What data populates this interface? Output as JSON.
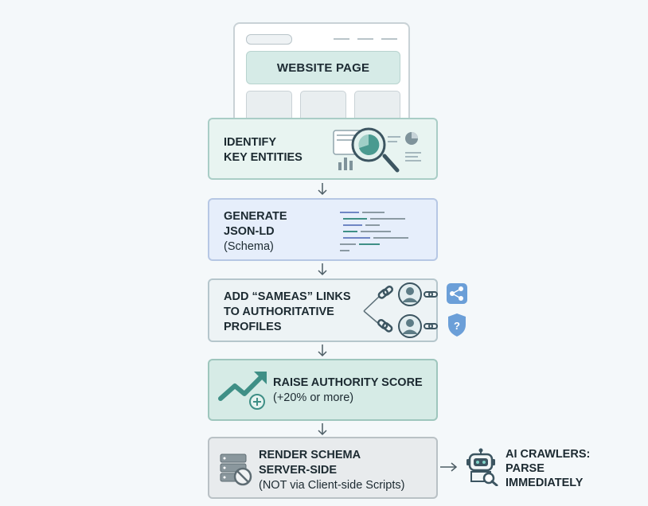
{
  "website": {
    "label": "WEBSITE PAGE"
  },
  "steps": [
    {
      "line1": "IDENTIFY",
      "line2": "KEY ENTITIES"
    },
    {
      "line1": "GENERATE",
      "line2": "JSON-LD",
      "line3": "(Schema)"
    },
    {
      "line1": "ADD “SAMEAS” LINKS",
      "line2": "TO AUTHORITATIVE",
      "line3": "PROFILES"
    },
    {
      "line1": "RAISE AUTHORITY SCORE",
      "line2": "(+20% or more)"
    },
    {
      "line1": "RENDER SCHEMA",
      "line2": "SERVER-SIDE",
      "line3": "(NOT via Client-side Scripts)"
    }
  ],
  "crawler": {
    "line1": "AI CRAWLERS:",
    "line2": "PARSE",
    "line3": "IMMEDIATELY"
  },
  "colors": {
    "teal": "#3f8f86",
    "blue_code": "#6f86c4",
    "outline": "#3c5561"
  }
}
